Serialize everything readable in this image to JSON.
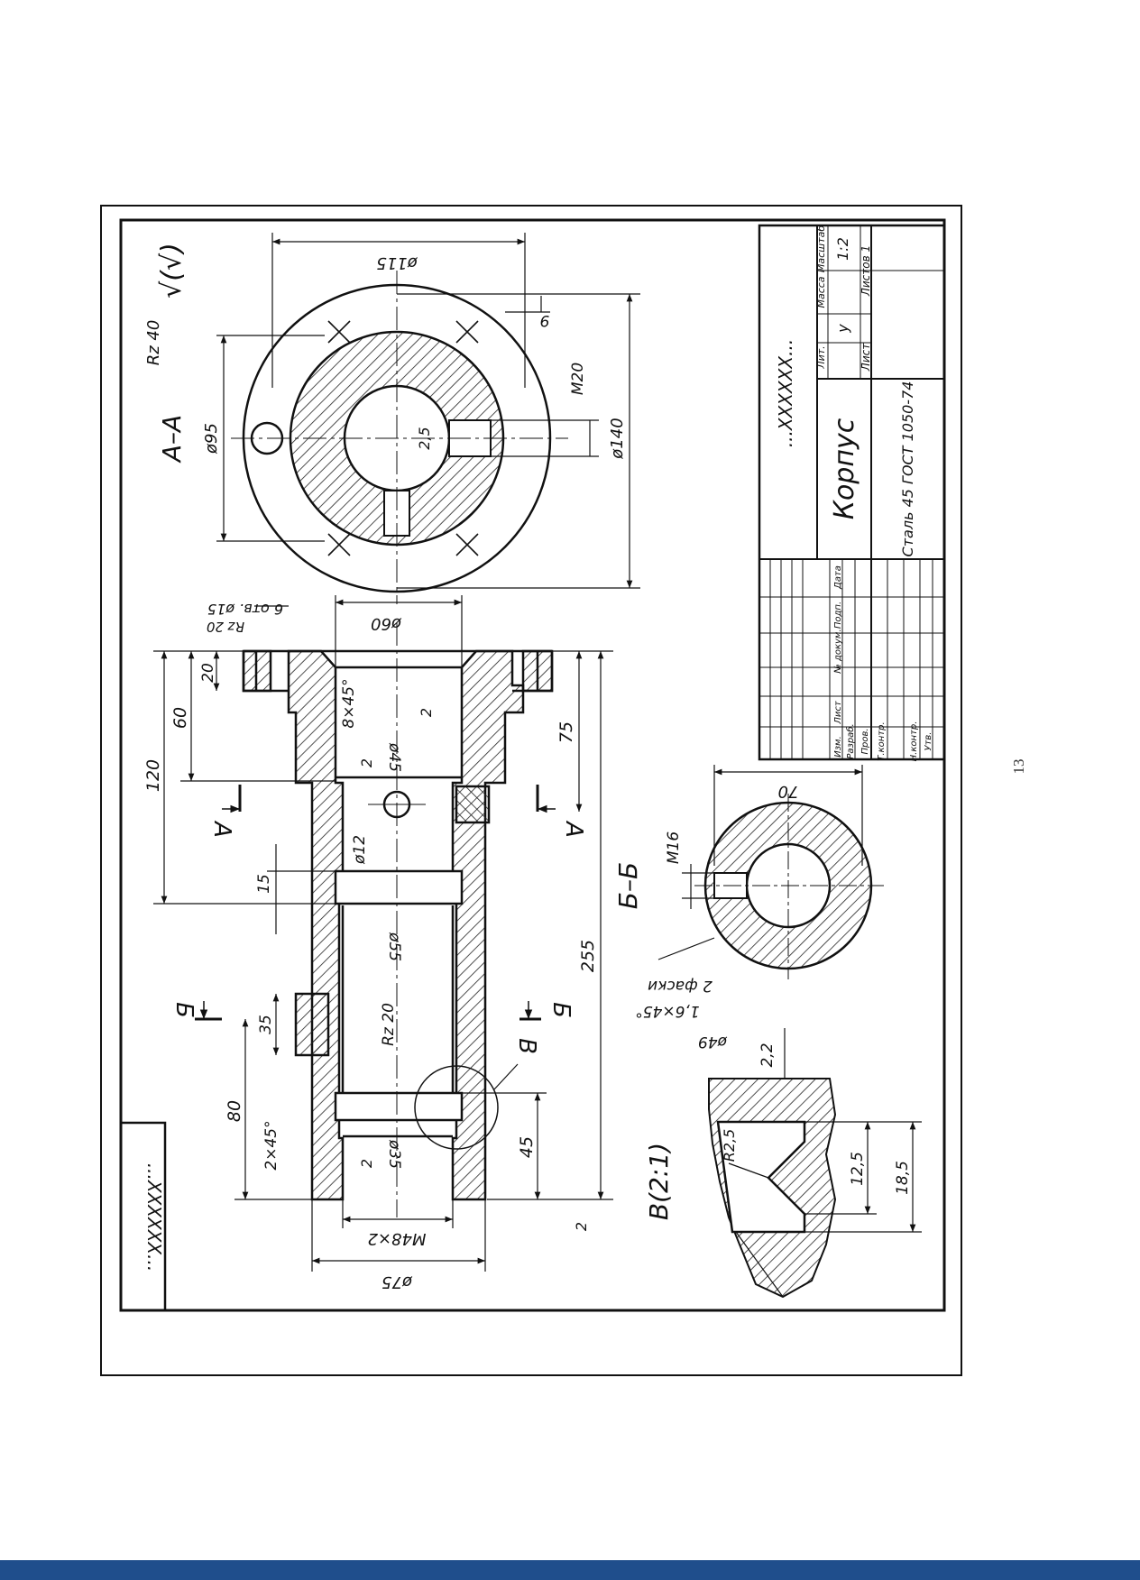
{
  "page_number": "13",
  "colors": {
    "ink": "#111111",
    "hatch": "#222222",
    "bar": "#1f4e8c",
    "paper": "#ffffff"
  },
  "section_labels": {
    "aa_title": "А–А",
    "bb_title": "Б–Б",
    "detail_title": "В(2:1)",
    "cut_a": "А",
    "cut_b": "Б",
    "detail_mark": "В"
  },
  "roughness": {
    "general": "Rz 40",
    "general_sign": "√(√)",
    "top_face": "Rz 20",
    "bore": "Rz 20",
    "r2_a": "2",
    "r2_b": "2",
    "r2_c": "2",
    "r2_d": "2",
    "r2_e": "2",
    "detail": "2,2"
  },
  "dimensions": {
    "d115": "ø115",
    "d95": "ø95",
    "d140": "ø140",
    "m20": "M20",
    "nine": "9",
    "two_five": "2,5",
    "holes": "6 отв. ø15",
    "d60": "ø60",
    "d45": "ø45",
    "d12": "ø12",
    "d55": "ø55",
    "d35": "ø35",
    "m48": "M48×2",
    "d75": "ø75",
    "ch8": "8×45°",
    "ch2": "2×45°",
    "l120": "120",
    "l60": "60",
    "l20": "20",
    "l15": "15",
    "l35": "35",
    "l80": "80",
    "l75": "75",
    "l255": "255",
    "l45": "45",
    "m16": "M16",
    "two_chamfers": "2 фаски",
    "ch16": "1,6×45°",
    "d70": "70",
    "d49": "ø49",
    "r25": "R2,5",
    "l125": "12,5",
    "l185": "18,5"
  },
  "title_block": {
    "code": "...XXXXXX...",
    "part_name": "Корпус",
    "material": "Сталь 45 ГОСТ 1050-74",
    "lit_label": "Лит.",
    "mass_label": "Масса",
    "scale_label": "Масштаб",
    "lit_value": "у",
    "scale_value": "1:2",
    "sheet_label": "Лист",
    "sheets_label": "Листов 1",
    "col_change": "Изм.",
    "col_sheet": "Лист",
    "col_doc": "№ докум.",
    "col_sign": "Подп.",
    "col_date": "Дата",
    "developed": "Разраб.",
    "checked": "Пров.",
    "tcontrol": "Т.контр.",
    "ncontrol": "Н.контр.",
    "approved": "Утв."
  },
  "corner_stamp": "...XXXXXX..."
}
